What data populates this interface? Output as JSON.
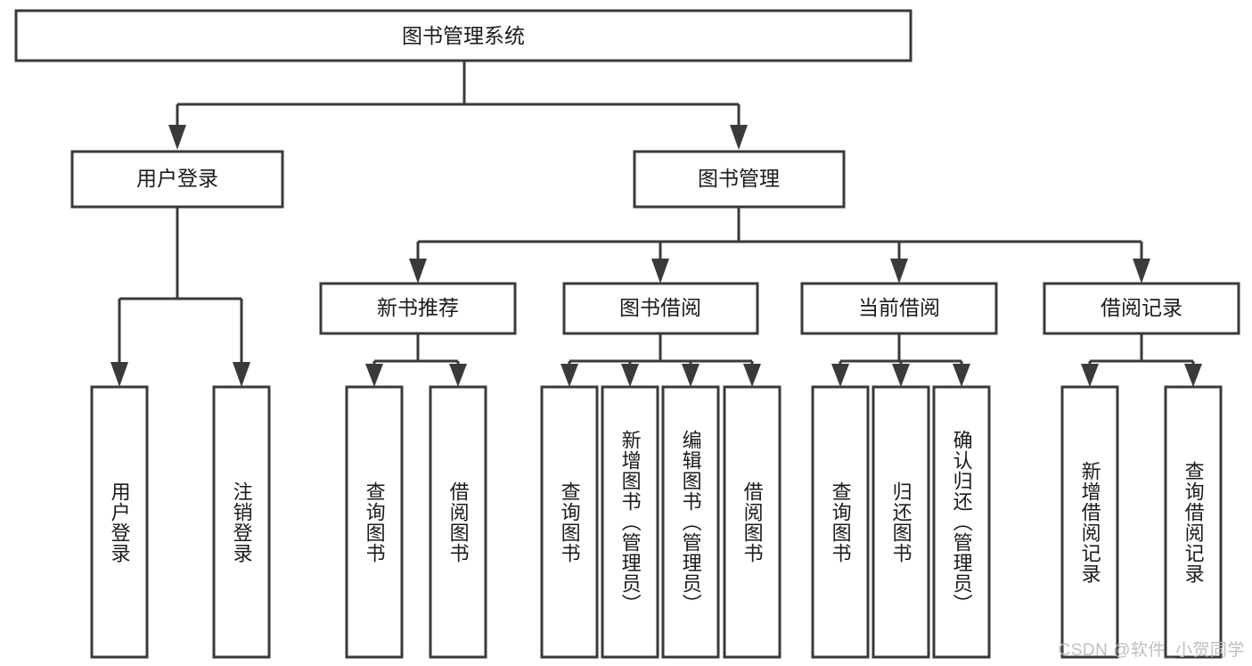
{
  "diagram": {
    "type": "tree-hierarchy",
    "title_node": "图书管理系统",
    "watermark": "CSDN @软件_小贺同学",
    "colors": {
      "stroke": "#3a3a3a",
      "box_fill": "#ffffff",
      "text": "#1b1b1b",
      "background": "#ffffff",
      "watermark": "#b9b9b9"
    },
    "levels": {
      "root": {
        "label": "图书管理系统"
      },
      "level2": [
        {
          "label": "用户登录"
        },
        {
          "label": "图书管理"
        }
      ],
      "level3": [
        {
          "label": "新书推荐"
        },
        {
          "label": "图书借阅"
        },
        {
          "label": "当前借阅"
        },
        {
          "label": "借阅记录"
        }
      ],
      "leaves": {
        "user_login": [
          {
            "label": "用户登录"
          },
          {
            "label": "注销登录"
          }
        ],
        "new_book": [
          {
            "label": "查询图书"
          },
          {
            "label": "借阅图书"
          }
        ],
        "book_borrow": [
          {
            "label": "查询图书"
          },
          {
            "label": "新增图书（管理员）"
          },
          {
            "label": "编辑图书（管理员）"
          },
          {
            "label": "借阅图书"
          }
        ],
        "current_borrow": [
          {
            "label": "查询图书"
          },
          {
            "label": "归还图书"
          },
          {
            "label": "确认归还（管理员）"
          }
        ],
        "borrow_record": [
          {
            "label": "新增借阅记录"
          },
          {
            "label": "查询借阅记录"
          }
        ]
      }
    }
  }
}
